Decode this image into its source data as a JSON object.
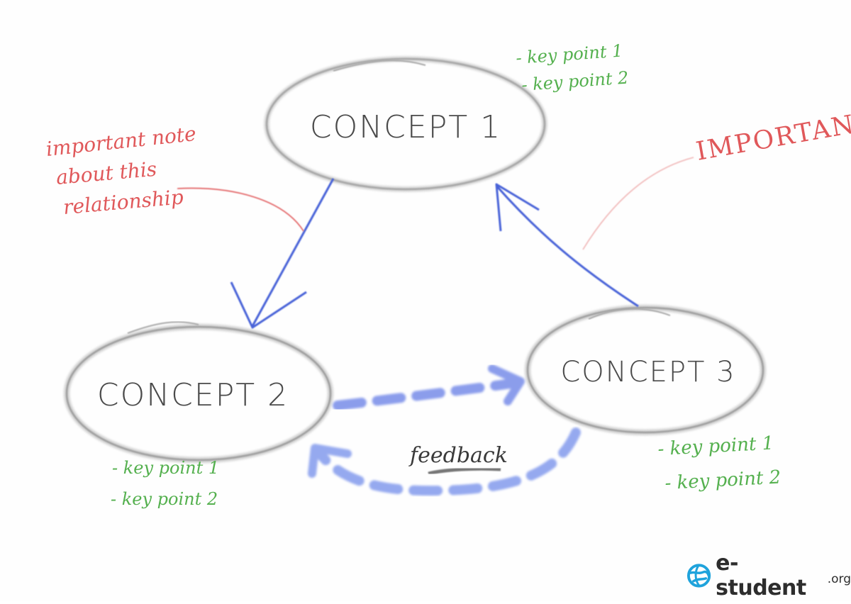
{
  "diagram": {
    "concepts": [
      {
        "id": "concept1",
        "label": "CONCEPT 1"
      },
      {
        "id": "concept2",
        "label": "CONCEPT 2"
      },
      {
        "id": "concept3",
        "label": "CONCEPT 3"
      }
    ],
    "notes": {
      "concept1_keypoints": [
        "- key point 1",
        "- key point 2"
      ],
      "concept2_keypoints": [
        "- key point 1",
        "- key point 2"
      ],
      "concept3_keypoints": [
        "- key point 1",
        "- key point 2"
      ],
      "relationship_note": [
        "important note",
        "about this",
        "relationship"
      ],
      "important": "IMPORTANT!",
      "feedback": "feedback"
    },
    "colors": {
      "ellipse": "#9a9a9a",
      "concept_text": "#3a3a3a",
      "arrow": "#4a63d8",
      "dashed_arrow": "#7f93ea",
      "red_note": "#e0585a",
      "green_note": "#54b04e",
      "logo_blue": "#1fa3dc"
    }
  },
  "logo": {
    "name": "e-student",
    "tld": ".org"
  }
}
